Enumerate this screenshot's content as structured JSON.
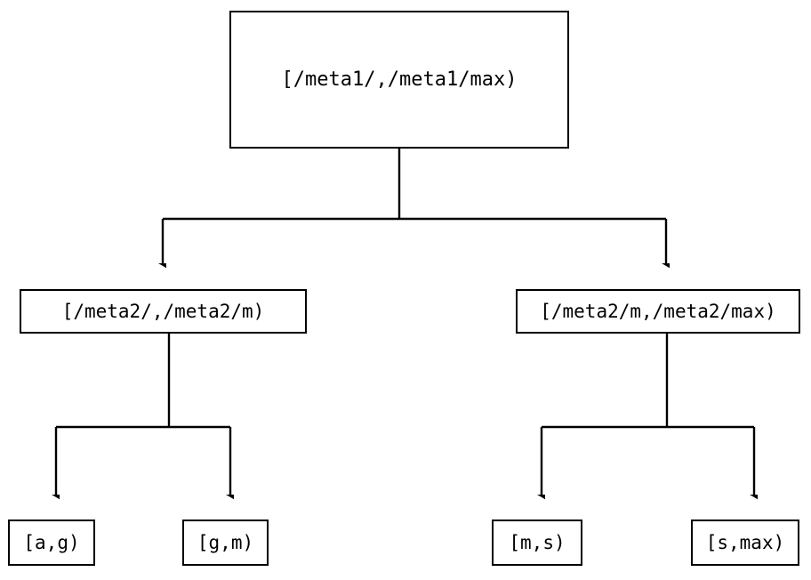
{
  "diagram": {
    "type": "tree",
    "title": "",
    "orientation": "top-down",
    "background_color": "#ffffff",
    "line_color": "#000000",
    "text_color": "#000000",
    "box_border_color": "#000000",
    "box_fill_color": "#ffffff",
    "nodes": {
      "root": {
        "id": "root",
        "label": "[/meta1/,/meta1/max)",
        "level": 0
      },
      "mid_left": {
        "id": "mid-left",
        "label": "[/meta2/,/meta2/m)",
        "level": 1
      },
      "mid_right": {
        "id": "mid-right",
        "label": "[/meta2/m,/meta2/max)",
        "level": 1
      },
      "leaf_1": {
        "id": "leaf-a-g",
        "label": "[a,g)",
        "level": 2
      },
      "leaf_2": {
        "id": "leaf-g-m",
        "label": "[g,m)",
        "level": 2
      },
      "leaf_3": {
        "id": "leaf-m-s",
        "label": "[m,s)",
        "level": 2
      },
      "leaf_4": {
        "id": "leaf-s-max",
        "label": "[s,max)",
        "level": 2
      }
    },
    "edges": [
      {
        "from": "root",
        "to": "mid_left",
        "arrow": "triangle"
      },
      {
        "from": "root",
        "to": "mid_right",
        "arrow": "triangle"
      },
      {
        "from": "mid_left",
        "to": "leaf_1",
        "arrow": "triangle"
      },
      {
        "from": "mid_left",
        "to": "leaf_2",
        "arrow": "triangle"
      },
      {
        "from": "mid_right",
        "to": "leaf_3",
        "arrow": "triangle"
      },
      {
        "from": "mid_right",
        "to": "leaf_4",
        "arrow": "triangle"
      }
    ]
  }
}
